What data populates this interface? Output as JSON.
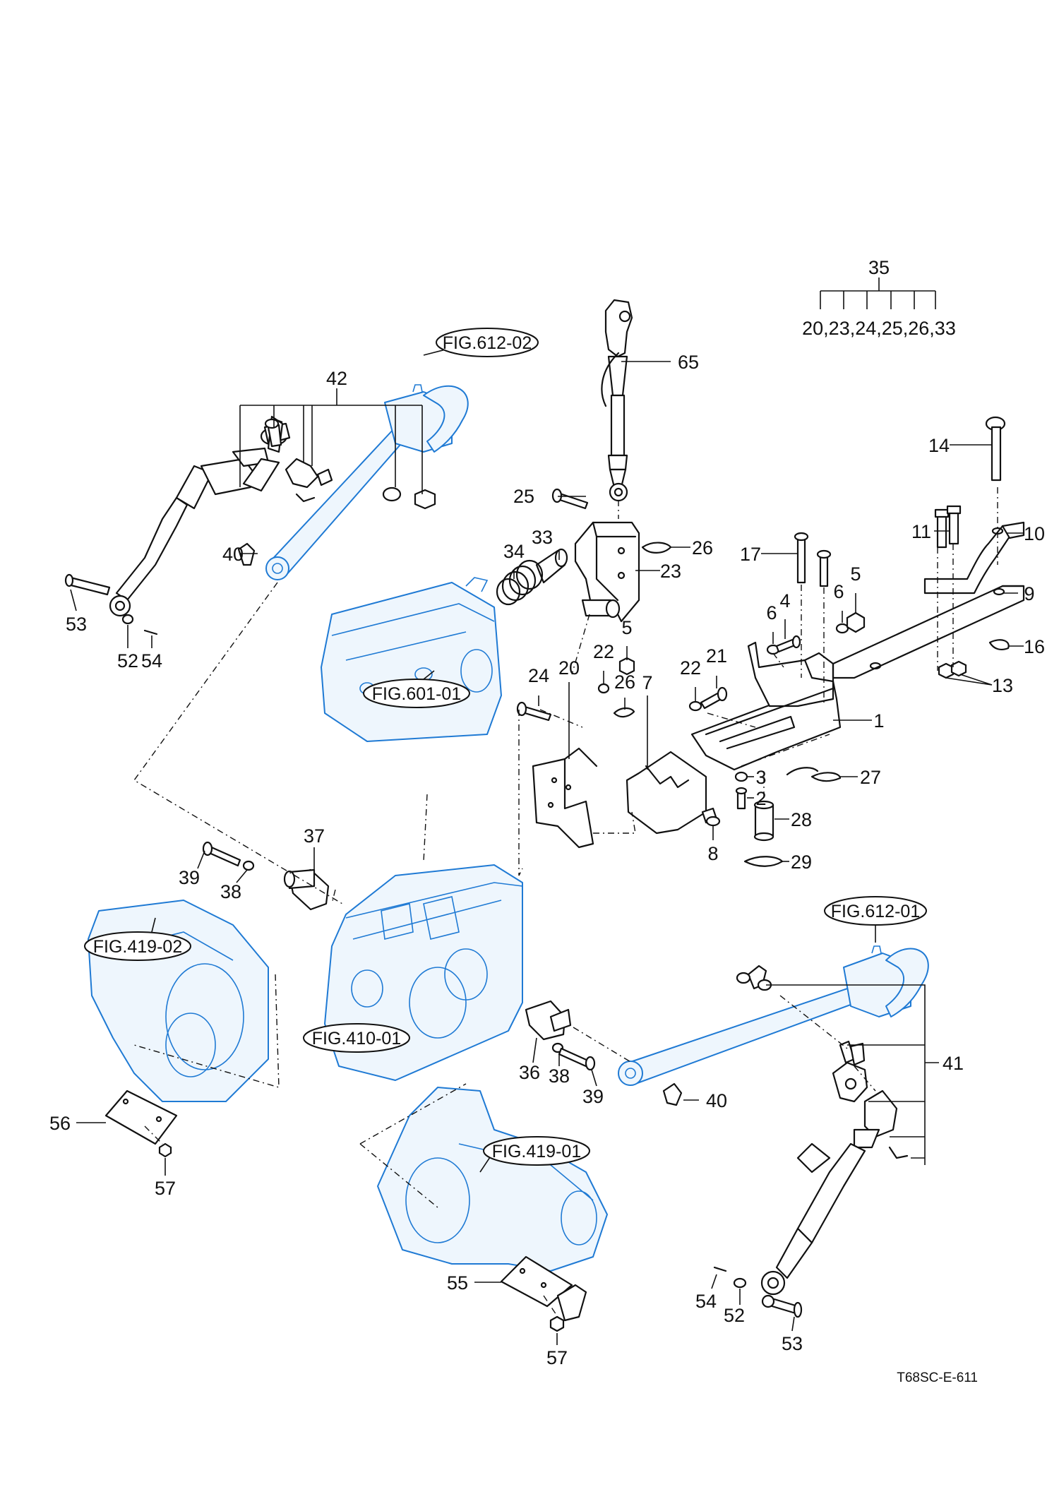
{
  "kit": {
    "number": "35",
    "members": "20,23,24,25,26,33"
  },
  "figure_refs": [
    {
      "id": "fig-612-02",
      "label": "FIG.612-02"
    },
    {
      "id": "fig-601-01",
      "label": "FIG.601-01"
    },
    {
      "id": "fig-612-01",
      "label": "FIG.612-01"
    },
    {
      "id": "fig-419-02",
      "label": "FIG.419-02"
    },
    {
      "id": "fig-410-01",
      "label": "FIG.410-01"
    },
    {
      "id": "fig-419-01",
      "label": "FIG.419-01"
    }
  ],
  "callouts": [
    "65",
    "42",
    "14",
    "11",
    "10",
    "25",
    "26",
    "33",
    "34",
    "23",
    "17",
    "6",
    "4",
    "6",
    "5",
    "9",
    "40",
    "53",
    "52",
    "54",
    "16",
    "24",
    "22",
    "5",
    "22",
    "21",
    "13",
    "20",
    "26",
    "7",
    "1",
    "3",
    "2",
    "27",
    "28",
    "8",
    "29",
    "37",
    "39",
    "38",
    "36",
    "38",
    "39",
    "40",
    "41",
    "56",
    "57",
    "55",
    "57",
    "54",
    "52",
    "53"
  ],
  "drawing_code": "T68SC-E-611"
}
